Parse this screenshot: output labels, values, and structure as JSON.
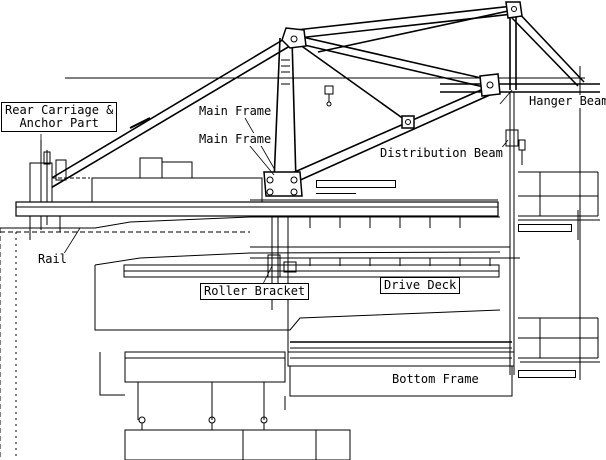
{
  "labels": {
    "rear_carriage_line1": "Rear Carriage &",
    "rear_carriage_line2": "Anchor Part",
    "main_frame_upper": "Main Frame",
    "main_frame_lower": "Main Frame",
    "hanger_beam": "Hanger Beam",
    "distribution_beam": "Distribution Beam",
    "rail": "Rail",
    "roller_bracket": "Roller Bracket",
    "drive_deck": "Drive Deck",
    "bottom_frame": "Bottom Frame"
  },
  "colors": {
    "line": "#000000",
    "background": "#ffffff"
  },
  "icons": [
    "hoist-icon",
    "hanger-rod-icon",
    "jack-icon"
  ]
}
